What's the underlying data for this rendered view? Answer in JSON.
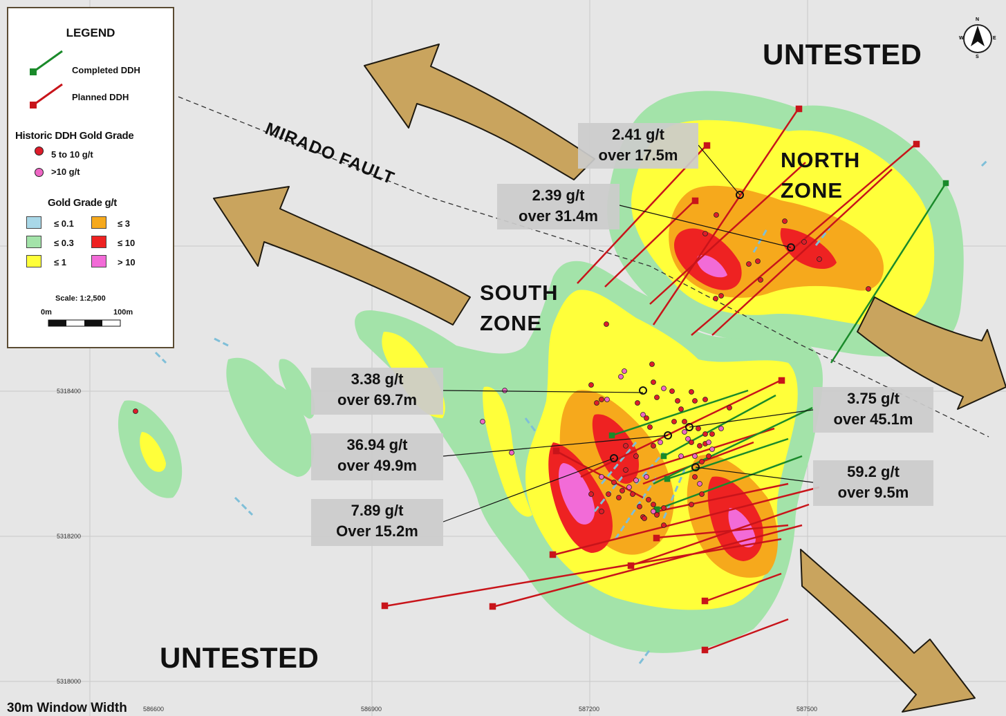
{
  "legend": {
    "title": "LEGEND",
    "completed_ddh": "Completed DDH",
    "planned_ddh": "Planned DDH",
    "historic_header": "Historic DDH Gold Grade",
    "historic_5_10": "5 to 10 g/t",
    "historic_gt10": ">10 g/t",
    "grade_header": "Gold Grade g/t",
    "grades": [
      {
        "label": "≤ 0.1",
        "color": "#a9d8e8"
      },
      {
        "label": "≤ 0.3",
        "color": "#a3e3a9"
      },
      {
        "label": "≤ 1",
        "color": "#ffff3a"
      },
      {
        "label": "≤ 3",
        "color": "#f6a91c"
      },
      {
        "label": "≤ 10",
        "color": "#ee2222"
      },
      {
        "label": "> 10",
        "color": "#f26bd7"
      }
    ],
    "scale": "Scale: 1:2,500",
    "scale_start": "0m",
    "scale_end": "100m"
  },
  "labels": {
    "untested_top": "UNTESTED",
    "untested_bottom": "UNTESTED",
    "north_zone_1": "NORTH",
    "north_zone_2": "ZONE",
    "south_zone_1": "SOUTH",
    "south_zone_2": "ZONE",
    "fault": "MIRADO FAULT",
    "window": "30m Window Width"
  },
  "callouts": [
    {
      "grade": "2.41 g/t",
      "length": "over 17.5m"
    },
    {
      "grade": "2.39 g/t",
      "length": "over 31.4m"
    },
    {
      "grade": "3.38 g/t",
      "length": "over 69.7m"
    },
    {
      "grade": "36.94 g/t",
      "length": "over 49.9m"
    },
    {
      "grade": "7.89 g/t",
      "length": "Over 15.2m"
    },
    {
      "grade": "3.75 g/t",
      "length": "over 45.1m"
    },
    {
      "grade": "59.2 g/t",
      "length": "over 9.5m"
    }
  ],
  "northings": [
    "5318400",
    "5318200",
    "5318000"
  ],
  "eastings": [
    "586600",
    "586900",
    "587200",
    "587500"
  ],
  "compass": {
    "n": "N",
    "s": "S",
    "e": "E",
    "w": "W"
  },
  "colors": {
    "completed": "#1a8a2a",
    "planned": "#c8141a",
    "arrow_fill": "#c9a45e",
    "arrow_stroke": "#1f1a10"
  }
}
